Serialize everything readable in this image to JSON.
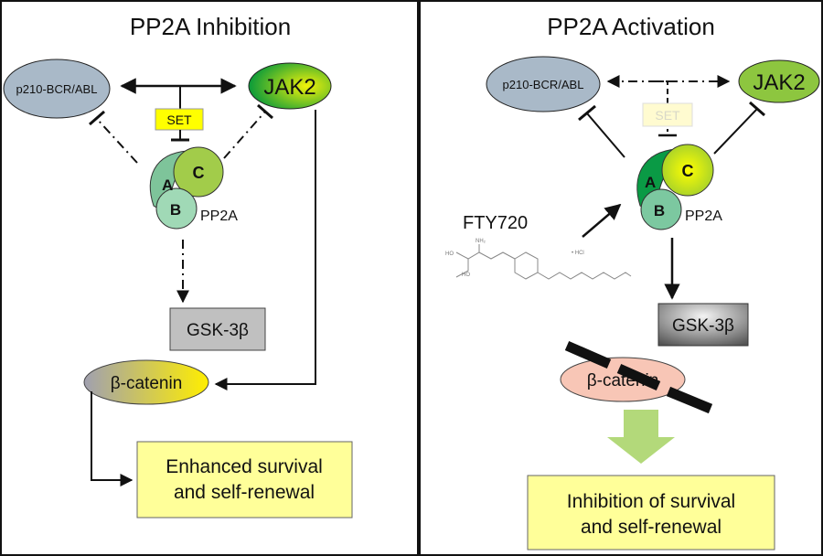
{
  "left_panel": {
    "title": "PP2A Inhibition",
    "p210": "p210-BCR/ABL",
    "jak2": "JAK2",
    "set": "SET",
    "pp2a": {
      "a": "A",
      "b": "B",
      "c": "C",
      "label": "PP2A"
    },
    "gsk": "GSK-3β",
    "beta_catenin": "β-catenin",
    "outcome": [
      "Enhanced survival",
      "and self-renewal"
    ]
  },
  "right_panel": {
    "title": "PP2A Activation",
    "p210": "p210-BCR/ABL",
    "jak2": "JAK2",
    "set": "SET",
    "pp2a": {
      "a": "A",
      "b": "B",
      "c": "C",
      "label": "PP2A"
    },
    "drug": "FTY720",
    "structure_labels": {
      "nh2": "NH₂",
      "ho1": "HO",
      "ho2": "HO",
      "hcl": "• HCl"
    },
    "gsk": "GSK-3β",
    "beta_catenin": "β-catenin",
    "outcome": [
      "Inhibition of survival",
      "and self-renewal"
    ]
  },
  "colors": {
    "p210": "#a9b9c8",
    "outcome_box": "#ffff99",
    "set_box": "#ffff00",
    "block_arrow": "#b3d97a"
  }
}
